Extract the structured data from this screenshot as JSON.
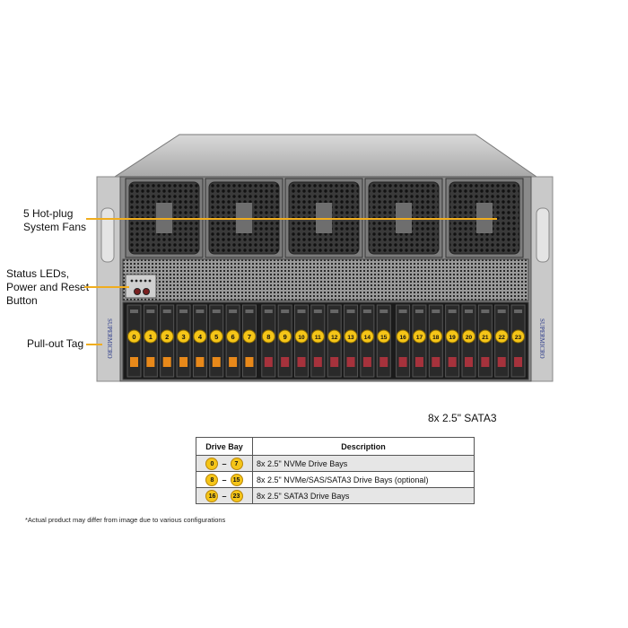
{
  "callouts": {
    "fans": "5 Hot-plug\nSystem Fans",
    "status": "Status LEDs,\nPower and Reset\nButton",
    "tag": "Pull-out Tag"
  },
  "chassis": {
    "brand": "SUPERMICRO",
    "bay_numbers": [
      "0",
      "1",
      "2",
      "3",
      "4",
      "5",
      "6",
      "7",
      "8",
      "9",
      "10",
      "11",
      "12",
      "13",
      "14",
      "15",
      "16",
      "17",
      "18",
      "19",
      "20",
      "21",
      "22",
      "23"
    ]
  },
  "sata_caption": "8x 2.5\" SATA3",
  "table": {
    "headers": {
      "bay": "Drive Bay",
      "desc": "Description"
    },
    "rows": [
      {
        "from": "0",
        "to": "7",
        "desc": "8x 2.5\" NVMe Drive  Bays"
      },
      {
        "from": "8",
        "to": "15",
        "desc": "8x 2.5\" NVMe/SAS/SATA3 Drive Bays (optional)"
      },
      {
        "from": "16",
        "to": "23",
        "desc": "8x 2.5\" SATA3 Drive  Bays"
      }
    ]
  },
  "footnote": "*Actual product may differ from image due to various configurations",
  "colors": {
    "accent": "#f0ad1e",
    "coin": "#f5c518",
    "nvme_tray": "#e8891a",
    "sas_tray": "#a6323c"
  }
}
